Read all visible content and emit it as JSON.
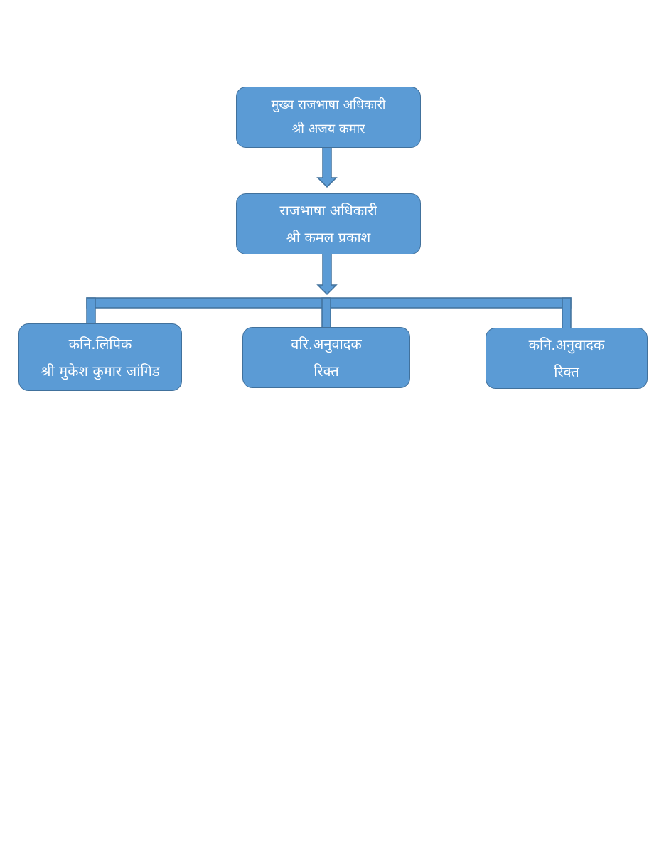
{
  "colors": {
    "node_fill": "#5b9bd5",
    "node_border": "#41719c",
    "text": "#ffffff"
  },
  "nodes": {
    "chief": {
      "title": "मुख्य राजभाषा अधिकारी",
      "person": "श्री अजय कमार"
    },
    "officer": {
      "title": "राजभाषा अधिकारी",
      "person": "श्री कमल प्रकाश"
    },
    "clerk": {
      "title": "कनि.लिपिक",
      "person": "श्री मुकेश  कुमार जांगिड"
    },
    "senior_translator": {
      "title": "वरि.अनुवादक",
      "person": "रिक्त"
    },
    "junior_translator": {
      "title": "कनि.अनुवादक",
      "person": "रिक्त"
    }
  }
}
